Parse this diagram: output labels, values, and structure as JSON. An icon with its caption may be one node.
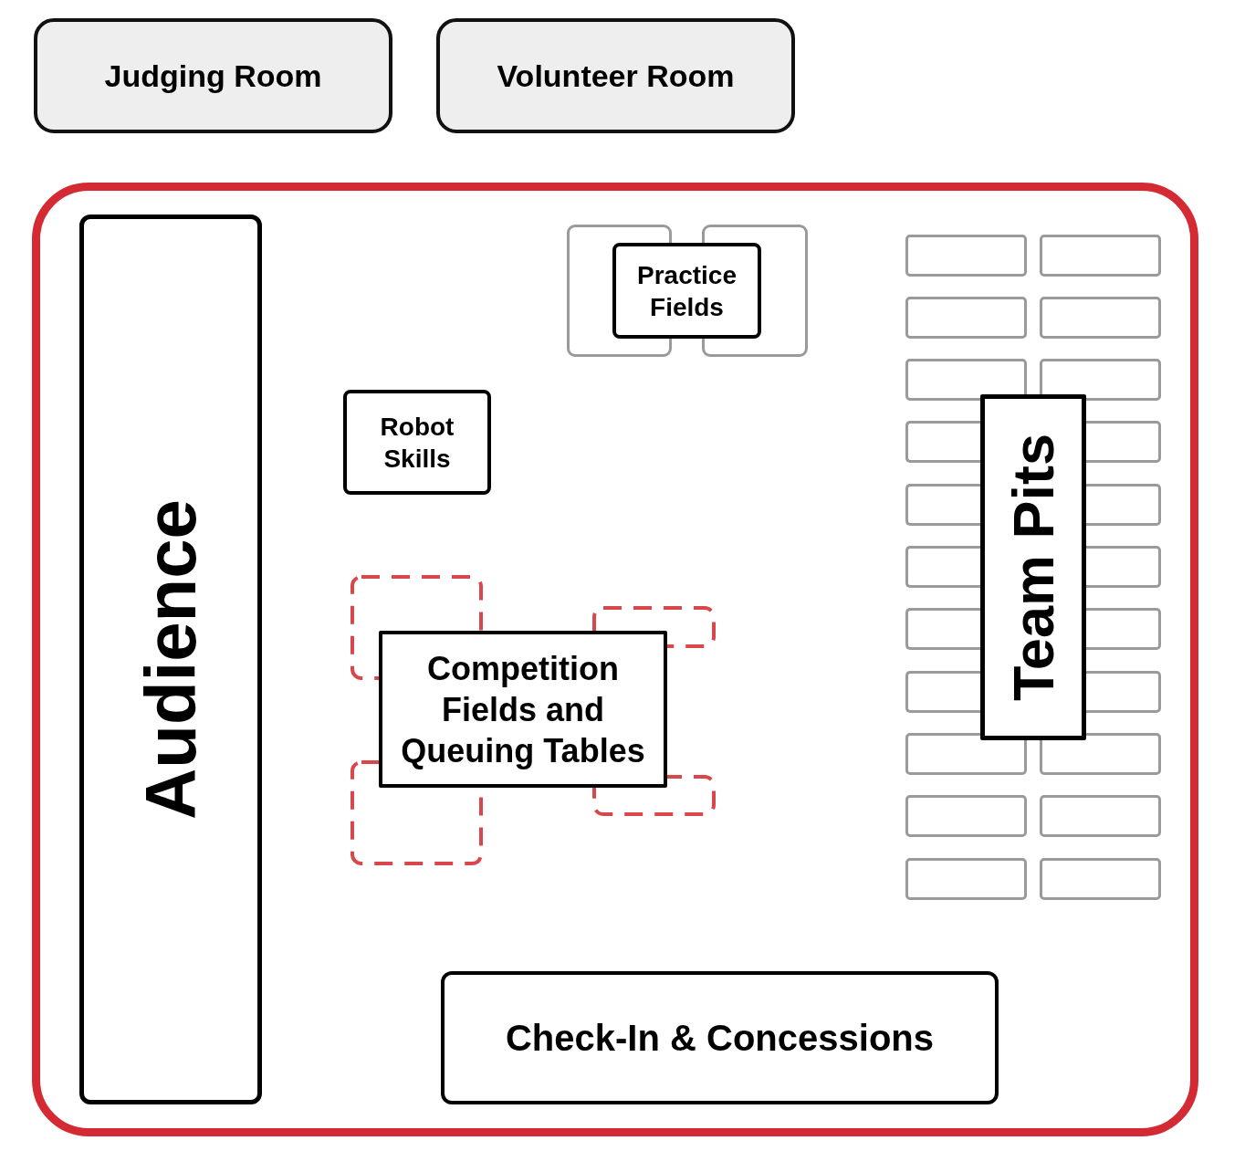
{
  "diagram": {
    "nodes": [
      {
        "text": [
          "Judging Room"
        ]
      },
      {
        "text": [
          "Volunteer Room"
        ]
      },
      {
        "text": [],
        "shape": "box"
      },
      {
        "text": [
          "Audience"
        ],
        "in": 2
      },
      {
        "text": [],
        "shape": "box",
        "in": 2
      },
      {
        "text": [],
        "shape": "box",
        "in": 2
      },
      {
        "text": [
          "Practice Fields"
        ],
        "in": 2
      },
      {
        "text": [],
        "shape": "box",
        "in": 2
      },
      {
        "text": [],
        "shape": "box",
        "in": 2
      },
      {
        "text": [],
        "shape": "box",
        "in": 2
      },
      {
        "text": [],
        "shape": "box",
        "in": 2
      },
      {
        "text": [],
        "shape": "box",
        "in": 2
      },
      {
        "text": [],
        "shape": "box",
        "in": 2
      },
      {
        "text": [],
        "shape": "box",
        "in": 2
      },
      {
        "text": [],
        "shape": "box",
        "in": 2
      },
      {
        "text": [],
        "shape": "box",
        "in": 2
      },
      {
        "text": [],
        "shape": "box",
        "in": 2
      },
      {
        "text": [],
        "shape": "box",
        "in": 2
      },
      {
        "text": [],
        "shape": "box",
        "in": 2
      },
      {
        "text": [],
        "shape": "box",
        "in": 2
      },
      {
        "text": [],
        "shape": "box",
        "in": 2
      },
      {
        "text": [],
        "shape": "box",
        "in": 2
      },
      {
        "text": [],
        "shape": "box",
        "in": 2
      },
      {
        "text": [],
        "shape": "box",
        "in": 2
      },
      {
        "text": [],
        "shape": "box",
        "in": 2
      },
      {
        "text": [],
        "shape": "box",
        "in": 2
      },
      {
        "text": [],
        "shape": "box",
        "in": 2
      },
      {
        "text": [],
        "shape": "box",
        "in": 2
      },
      {
        "text": [],
        "shape": "box",
        "in": 2
      },
      {
        "text": [
          "Team Pits"
        ],
        "in": 2
      },
      {
        "text": [
          "Robot Skills"
        ],
        "in": 2
      },
      {
        "text": [],
        "shape": "box",
        "in": 2
      },
      {
        "text": [],
        "shape": "box",
        "in": 2
      },
      {
        "text": [],
        "shape": "box",
        "in": 2
      },
      {
        "text": [],
        "shape": "box",
        "in": 2
      },
      {
        "text": [
          "Competition Fields and Queuing Tables"
        ],
        "in": 2
      },
      {
        "text": [
          "Check-In & Concessions"
        ],
        "in": 2
      }
    ]
  }
}
